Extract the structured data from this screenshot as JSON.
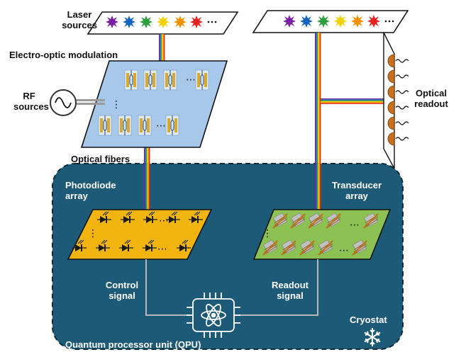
{
  "labels": {
    "laser_sources": "Laser\nsources",
    "eo_modulation": "Electro-optic modulation",
    "rf_sources": "RF\nsources",
    "optical_fibers": "Optical fibers",
    "optical_readout": "Optical\nreadout",
    "photodiode_array": "Photodiode\narray",
    "transducer_array": "Transducer\narray",
    "control_signal": "Control\nsignal",
    "readout_signal": "Readout\nsignal",
    "cryostat": "Cryostat",
    "qpu": "Quantum processor unit (QPU)"
  },
  "dots": "⋯",
  "dots_v": "⋮",
  "colors": {
    "cryostat_bg": "#1c5a78",
    "eo_panel": "#a8c8ea",
    "photodiode_panel": "#f2b510",
    "transducer_panel": "#8cc254",
    "qpu_chip": "#1c5a78",
    "rainbow": [
      "#7b1fa2",
      "#1565c0",
      "#2e9e3e",
      "#f3d100",
      "#f29100",
      "#e52421"
    ]
  }
}
